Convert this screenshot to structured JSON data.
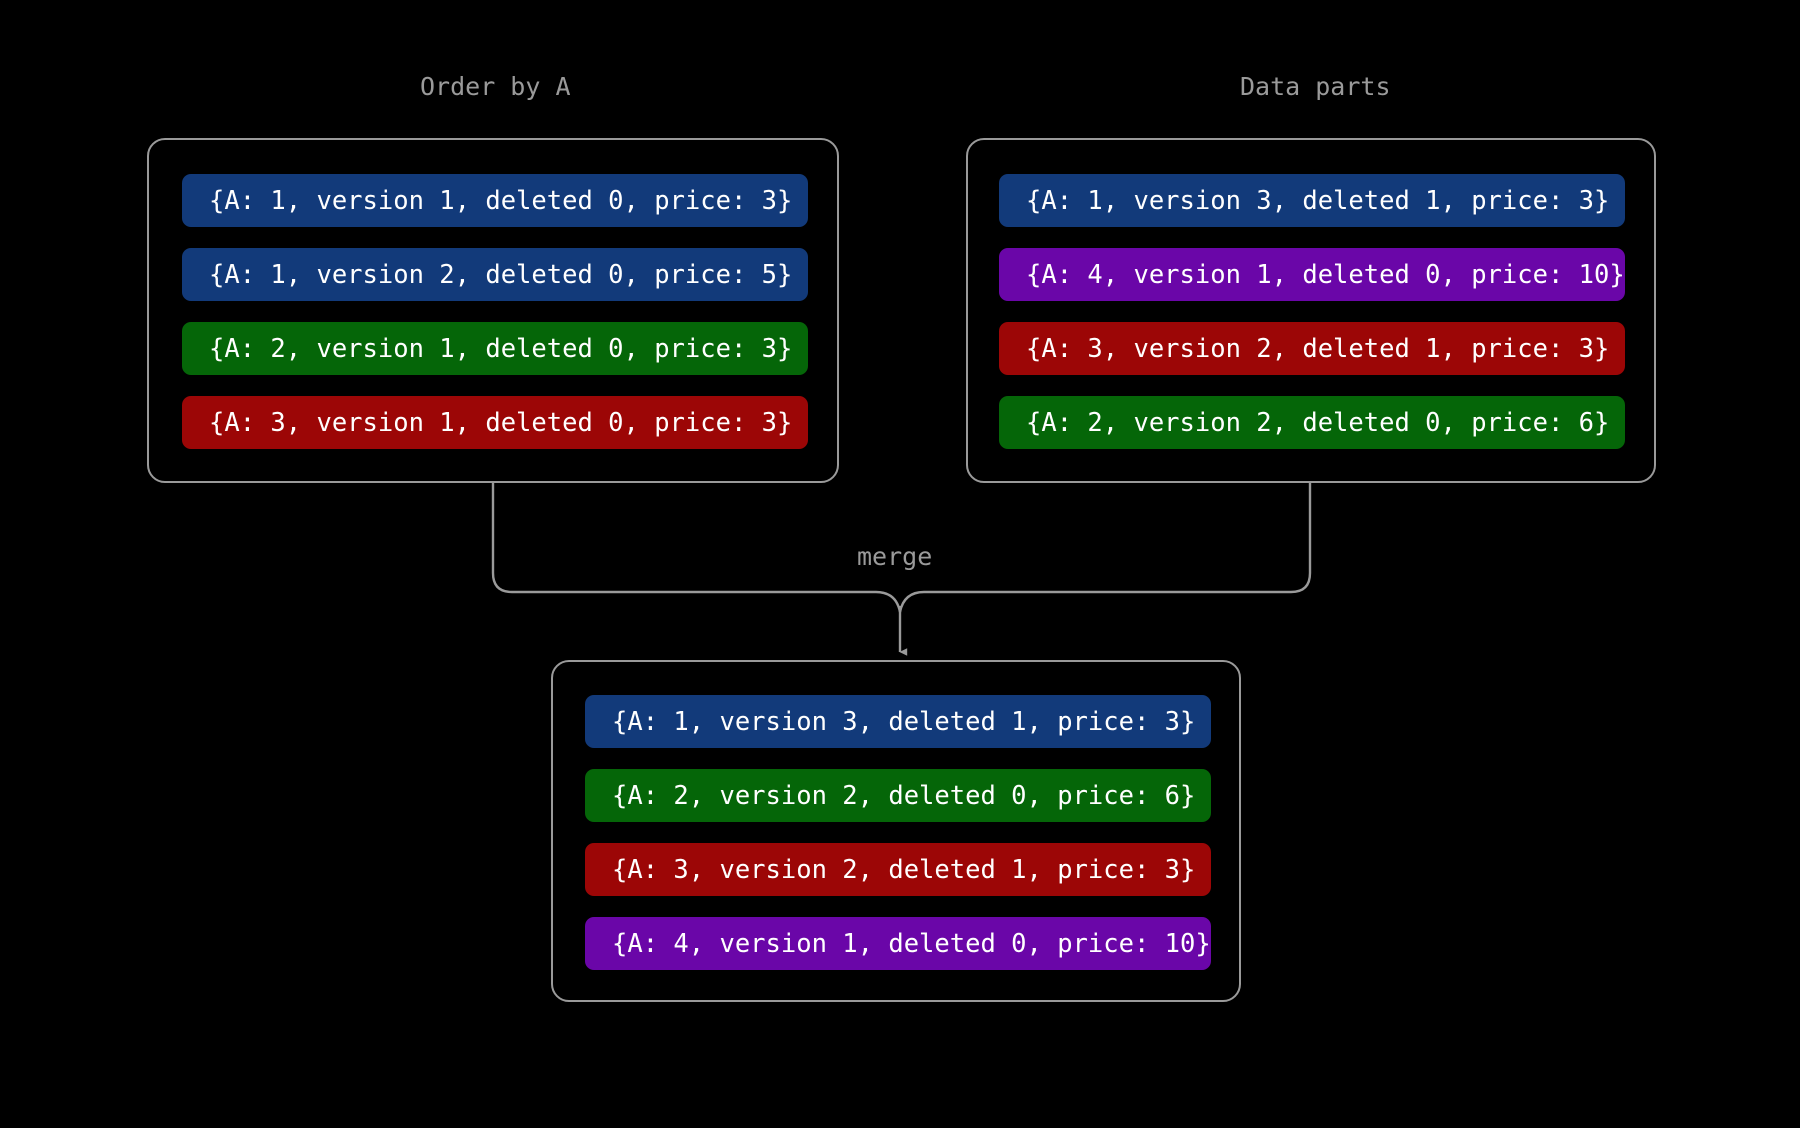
{
  "diagram": {
    "background_color": "#000000",
    "line_color": "#9a9a9a",
    "label_color": "#9a9a9a",
    "merge_label": "merge",
    "colors": {
      "blue": "#123a7a",
      "green": "#056608",
      "red": "#9c0606",
      "purple": "#6a06a8",
      "text": "#ffffff",
      "outline": "#9a9a9a"
    }
  },
  "panels": {
    "order_by": {
      "title": "Order by A",
      "rows": [
        {
          "text": "{A: 1, version 1, deleted 0, price: 3}",
          "color_key": "blue",
          "color": "#123a7a"
        },
        {
          "text": "{A: 1, version 2, deleted 0, price: 5}",
          "color_key": "blue",
          "color": "#123a7a"
        },
        {
          "text": "{A: 2, version 1, deleted 0, price: 3}",
          "color_key": "green",
          "color": "#056608"
        },
        {
          "text": "{A: 3, version 1, deleted 0, price: 3}",
          "color_key": "red",
          "color": "#9c0606"
        }
      ]
    },
    "data_parts": {
      "title": "Data parts",
      "rows": [
        {
          "text": "{A: 1, version 3, deleted 1, price: 3}",
          "color_key": "blue",
          "color": "#123a7a"
        },
        {
          "text": "{A: 4, version 1, deleted 0, price: 10}",
          "color_key": "purple",
          "color": "#6a06a8"
        },
        {
          "text": "{A: 3, version 2, deleted 1, price: 3}",
          "color_key": "red",
          "color": "#9c0606"
        },
        {
          "text": "{A: 2, version 2, deleted 0, price: 6}",
          "color_key": "green",
          "color": "#056608"
        }
      ]
    },
    "merged": {
      "title": "",
      "rows": [
        {
          "text": "{A: 1, version 3, deleted 1, price: 3}",
          "color_key": "blue",
          "color": "#123a7a"
        },
        {
          "text": "{A: 2, version 2, deleted 0, price: 6}",
          "color_key": "green",
          "color": "#056608"
        },
        {
          "text": "{A: 3, version 2, deleted 1, price: 3}",
          "color_key": "red",
          "color": "#9c0606"
        },
        {
          "text": "{A: 4, version 1, deleted 0, price: 10}",
          "color_key": "purple",
          "color": "#6a06a8"
        }
      ]
    }
  }
}
